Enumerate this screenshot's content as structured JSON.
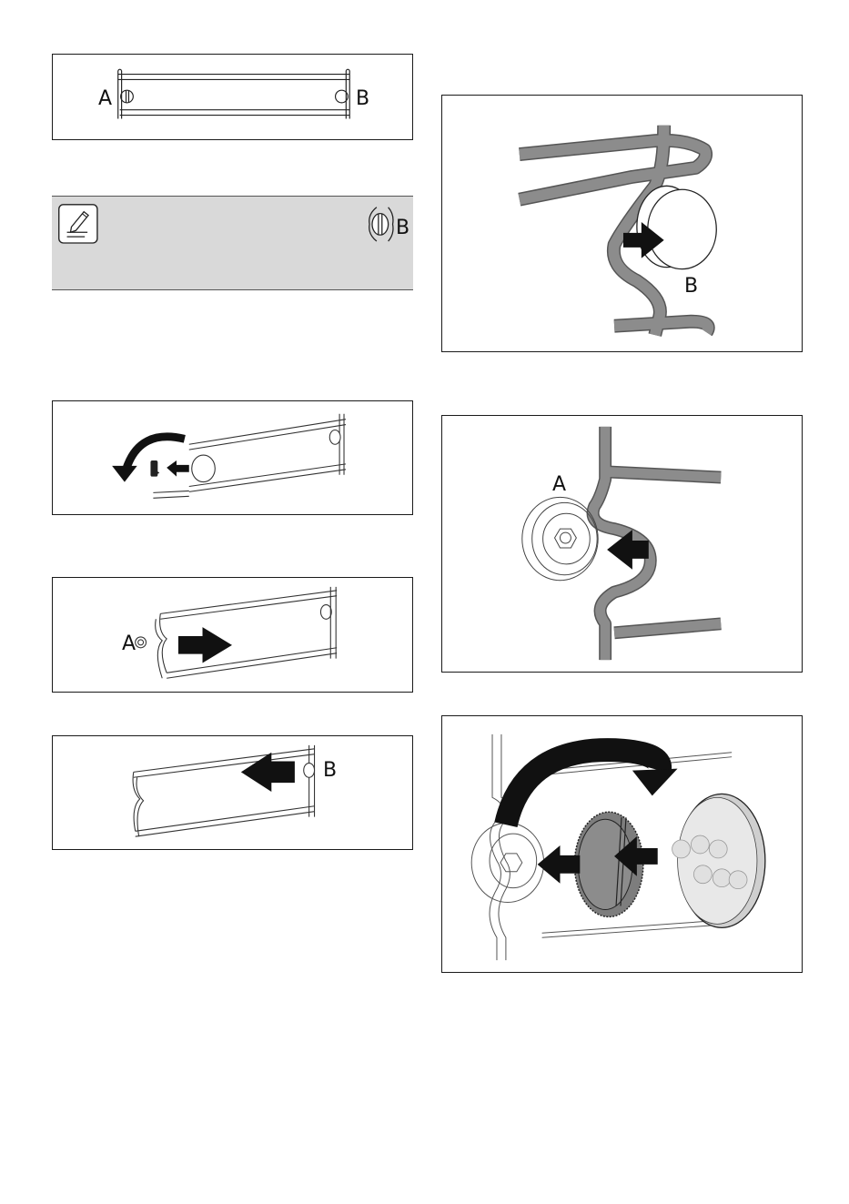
{
  "figures": {
    "fig1": {
      "left_label": "A",
      "right_label": "B"
    },
    "note": {
      "label": "B",
      "icon": "note-pencil-icon"
    },
    "fig3": {},
    "fig4": {
      "label": "A"
    },
    "fig5": {
      "label": "B"
    },
    "fig6": {
      "label": "B"
    },
    "fig7": {
      "label": "A"
    },
    "fig8": {}
  },
  "colors": {
    "border": "#1a1a1a",
    "note_bg": "#d9d9d9",
    "rail_grey": "#8c8c8c",
    "arrow": "#111111"
  }
}
